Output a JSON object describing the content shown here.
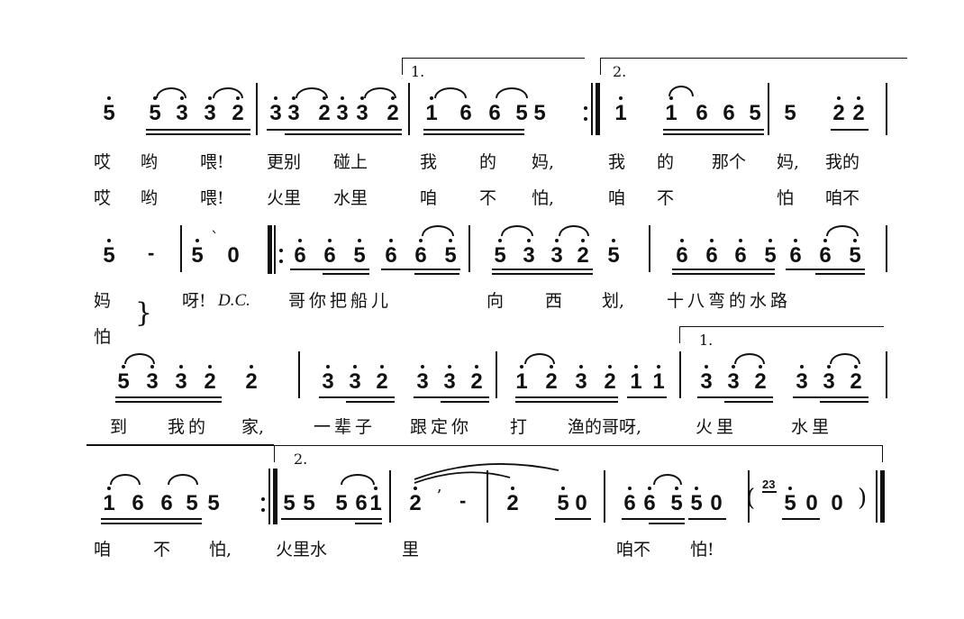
{
  "score": {
    "lines": [
      {
        "notation": "5  5̇3̇3̇2̇ | 3̇3̇2̇3̇3̇2̇ |[1. 1̇6655 :|| [2. 1̇ 1̇665 | 5 2̇2̇ |",
        "lyrics_verse1": [
          "哎",
          "哟",
          "喂!",
          "更别",
          "碰上",
          "我",
          "的",
          "妈,",
          "我",
          "的",
          "那个",
          "妈,",
          "我的"
        ],
        "lyrics_verse2": [
          "哎",
          "哟",
          "喂!",
          "火里",
          "水里",
          "咱",
          "不",
          "怕,",
          "咱",
          "不",
          "怕",
          "咱不"
        ]
      },
      {
        "notation": "5̇ - | 5̇ 0 ||: 6̇6̇5̇6̇6̇5̇ | 5̇3̇3̇2̇5̇ | 6̇6̇6̇5̇6̇6̇5̇ |",
        "lyrics_verse1": [
          "妈",
          "呀!",
          "D.C.",
          "哥你把船儿",
          "向",
          "西",
          "划,",
          "十八弯的水路"
        ],
        "lyrics_verse2": [
          "怕"
        ]
      },
      {
        "notation": "5̇3̇3̇2̇ 2̇ | 3̇3̇2̇ 3̇3̇2̇ | 1̇2̇3̇2̇1̇1̇ |[1. 3̇3̇2̇ 3̇3̇2̇ |",
        "lyrics": [
          "到",
          "我的",
          "家,",
          "一辈子",
          "跟定你",
          "打",
          "渔的哥呀,",
          "火里",
          "水里"
        ]
      },
      {
        "notation": "1̇6655 :||[2. 5556 1̇ | 2̇ ʼ - | 2̇ 5̇0 | 6̇6̇5̇5̇0 (2̇3̇ 5̇00) ||",
        "lyrics": [
          "咱",
          "不",
          "怕,",
          "火里水",
          "里",
          "咱不",
          "怕!"
        ]
      }
    ],
    "markings": {
      "volta1": "1.",
      "volta2": "2.",
      "dc": "D.C.",
      "grace_notes": "23"
    },
    "text": {
      "l1v1": [
        "哎",
        "哟",
        "喂!",
        "更别",
        "碰上",
        "我",
        "的",
        "妈,",
        "我",
        "的",
        "那个",
        "妈,",
        "我的"
      ],
      "l1v2": [
        "哎",
        "哟",
        "喂!",
        "火里",
        "水里",
        "咱",
        "不",
        "怕,",
        "咱",
        "不",
        "怕",
        "咱不"
      ],
      "l2v1": [
        "妈",
        "呀!",
        "D.C.",
        "哥你把船儿",
        "向",
        "西",
        "划,",
        "十八弯的水路"
      ],
      "l2v2": [
        "怕"
      ],
      "l3": [
        "到",
        "我的",
        "家,",
        "一辈子",
        "跟定你",
        "打",
        "渔的哥呀,",
        "火里",
        "水里"
      ],
      "l4": [
        "咱",
        "不",
        "怕,",
        "火里水",
        "里",
        "咱不",
        "怕!"
      ],
      "volta1": "1.",
      "volta2": "2.",
      "dash": "-",
      "zero": "0",
      "grace": "23",
      "brace": "}",
      "lparen": "(",
      "rparen": ")",
      "breath": "ʼ"
    },
    "notes": {
      "l1": [
        "5",
        "5",
        "3",
        "3",
        "2",
        "3",
        "3",
        "2",
        "3",
        "3",
        "2",
        "1",
        "6",
        "6",
        "5",
        "5",
        "1",
        "1",
        "6",
        "6",
        "5",
        "5",
        "2",
        "2"
      ],
      "l2": [
        "5",
        "5",
        "0",
        "6",
        "6",
        "5",
        "6",
        "6",
        "5",
        "5",
        "3",
        "3",
        "2",
        "5",
        "6",
        "6",
        "6",
        "5",
        "6",
        "6",
        "5"
      ],
      "l3": [
        "5",
        "3",
        "3",
        "2",
        "2",
        "3",
        "3",
        "2",
        "3",
        "3",
        "2",
        "1",
        "2",
        "3",
        "2",
        "1",
        "1",
        "3",
        "3",
        "2",
        "3",
        "3",
        "2"
      ],
      "l4": [
        "1",
        "6",
        "6",
        "5",
        "5",
        "5",
        "5",
        "5",
        "6",
        "1",
        "2",
        "2",
        "5",
        "0",
        "6",
        "6",
        "5",
        "5",
        "0",
        "5",
        "0",
        "0"
      ]
    }
  }
}
